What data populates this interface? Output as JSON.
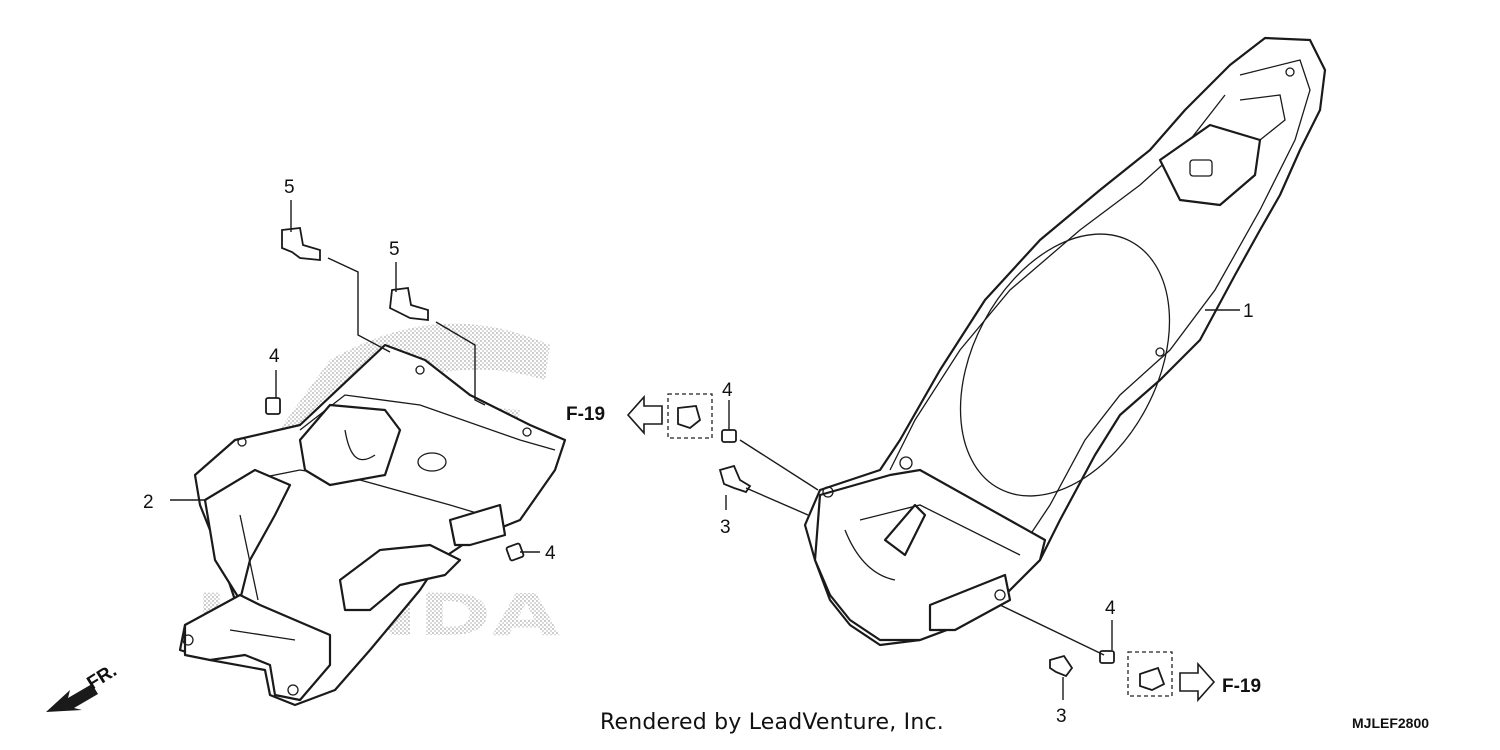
{
  "callouts": {
    "part_1": "1",
    "part_2": "2",
    "part_3a": "3",
    "part_3b": "3",
    "part_4a": "4",
    "part_4b": "4",
    "part_4c": "4",
    "part_4d": "4",
    "part_5a": "5",
    "part_5b": "5"
  },
  "references": {
    "left": "F-19",
    "right": "F-19"
  },
  "front_indicator": "FR.",
  "watermark": "HONDA",
  "credit": "Rendered by LeadVenture, Inc.",
  "diagram_code": "MJLEF2800",
  "colors": {
    "line": "#1a1a1a",
    "background": "#ffffff",
    "watermark_dots": "#bdbdbd"
  }
}
